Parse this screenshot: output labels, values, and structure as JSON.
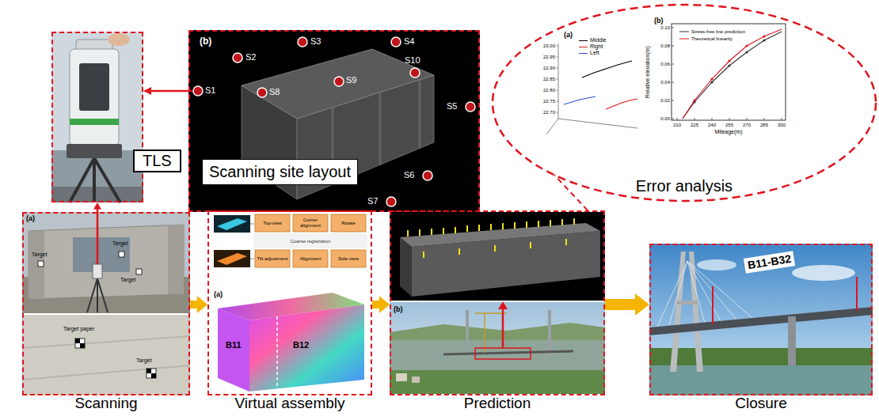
{
  "diagram": {
    "nodes": [
      {
        "text": [
          "TLS"
        ]
      },
      {
        "text": [
          "Scanning site layout"
        ]
      },
      {
        "text": [
          "Scanning"
        ]
      },
      {
        "text": [
          "Virtual assembly"
        ]
      },
      {
        "text": [
          "Prediction"
        ]
      },
      {
        "text": [
          "Closure"
        ]
      },
      {
        "text": [
          "Error analysis"
        ]
      }
    ],
    "edges": [
      {
        "from": 1,
        "to": 0,
        "arrow": "to"
      },
      {
        "from": 2,
        "to": 0,
        "arrow": "to"
      },
      {
        "from": 2,
        "to": 3,
        "arrow": "to"
      },
      {
        "from": 3,
        "to": 4,
        "arrow": "to"
      },
      {
        "from": 4,
        "to": 5,
        "arrow": "to"
      },
      {
        "from": 4,
        "to": 6,
        "arrow": "none"
      }
    ],
    "labels": [
      "(b)",
      "S1",
      "S2",
      "S3",
      "S4",
      "S5",
      "S6",
      "S7",
      "S8",
      "S9",
      "S10",
      "(a)",
      "Middle",
      "Right",
      "Left",
      "23.00",
      "22.95",
      "22.90",
      "22.85",
      "22.80",
      "22.75",
      "22.70",
      "(b)",
      "Stress-free line prediction",
      "Theoretical linearity",
      "Relative elevation(m)",
      "0.10",
      "0.08",
      "0.06",
      "0.04",
      "0.02",
      "0.00",
      "210",
      "225",
      "240",
      "255",
      "270",
      "285",
      "300",
      "Mileage(m)",
      "Top-view",
      "Corner alignment",
      "Rotate",
      "Coarse registration",
      "Tilt adjustment",
      "Alignment",
      "Side-view",
      "(a)",
      "B11",
      "B12",
      "(b)",
      "B11-B32",
      "(a)",
      "Target",
      "Target",
      "Target",
      "Target paper",
      "Target"
    ]
  }
}
